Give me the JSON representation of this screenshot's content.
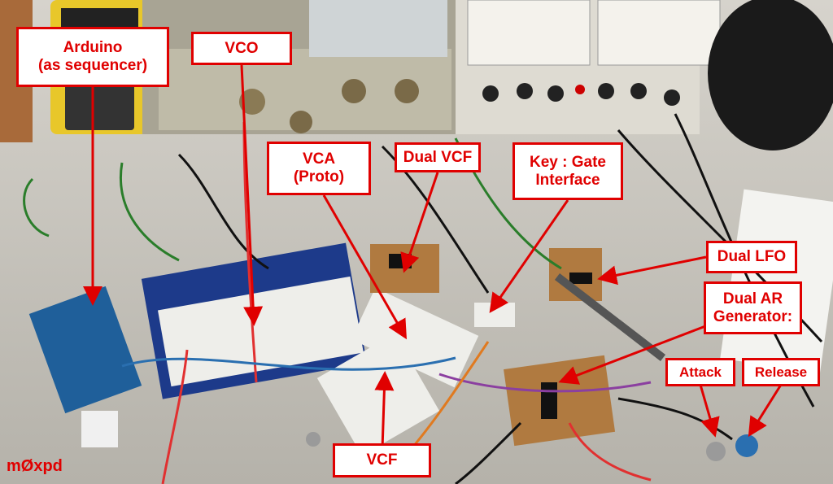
{
  "labels": {
    "arduino": [
      "Arduino",
      "(as sequencer)"
    ],
    "vco": "VCO",
    "vca": [
      "VCA",
      "(Proto)"
    ],
    "dual_vcf": "Dual VCF",
    "key_gate": [
      "Key : Gate",
      "Interface"
    ],
    "dual_lfo": "Dual LFO",
    "dual_ar": [
      "Dual AR",
      "Generator:"
    ],
    "attack": "Attack",
    "release": "Release",
    "vcf": "VCF"
  },
  "watermark": "mØxpd",
  "colors": {
    "annotation_red": "#e00000",
    "label_bg": "#ffffff",
    "desk": "#c8c6c0",
    "pcb_green": "#6a8a3a",
    "stripboard": "#b07a40",
    "arduino_blue": "#1f5f9a",
    "breadboard_blue": "#1d3a8a"
  }
}
